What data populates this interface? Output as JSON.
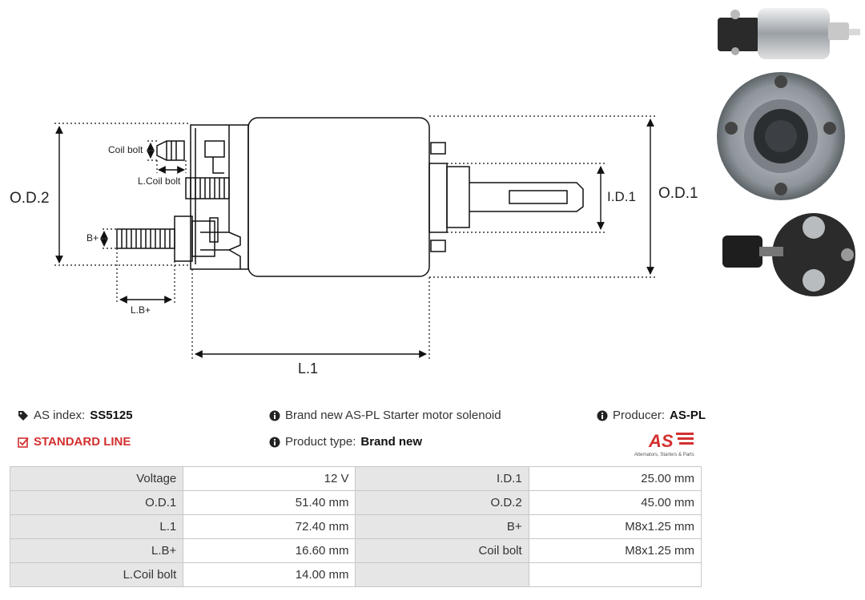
{
  "diagram": {
    "labels": {
      "od2": "O.D.2",
      "od1": "O.D.1",
      "id1": "I.D.1",
      "l1": "L.1",
      "coil_bolt": "Coil bolt",
      "l_coil_bolt": "L.Coil bolt",
      "b_plus": "B+",
      "l_b_plus": "L.B+"
    }
  },
  "photos": [
    "solenoid-side-photo",
    "solenoid-front-photo",
    "solenoid-rear-photo"
  ],
  "info": {
    "as_index_label": "AS index:",
    "as_index_value": "SS5125",
    "standard_line": "STANDARD LINE",
    "description": "Brand new AS-PL Starter motor solenoid",
    "product_type_label": "Product type:",
    "product_type_value": "Brand new",
    "producer_label": "Producer:",
    "producer_value": "AS-PL",
    "logo_text": "AS",
    "logo_tagline": "Alternators, Starters & Parts"
  },
  "colors": {
    "accent_red": "#d32f2f",
    "header_cell_bg": "#e6e6e6",
    "border": "#c8c8c8"
  },
  "specs": [
    {
      "k1": "Voltage",
      "v1": "12 V",
      "k2": "I.D.1",
      "v2": "25.00 mm"
    },
    {
      "k1": "O.D.1",
      "v1": "51.40 mm",
      "k2": "O.D.2",
      "v2": "45.00 mm"
    },
    {
      "k1": "L.1",
      "v1": "72.40 mm",
      "k2": "B+",
      "v2": "M8x1.25 mm"
    },
    {
      "k1": "L.B+",
      "v1": "16.60 mm",
      "k2": "Coil bolt",
      "v2": "M8x1.25 mm"
    },
    {
      "k1": "L.Coil bolt",
      "v1": "14.00 mm",
      "k2": "",
      "v2": ""
    }
  ]
}
